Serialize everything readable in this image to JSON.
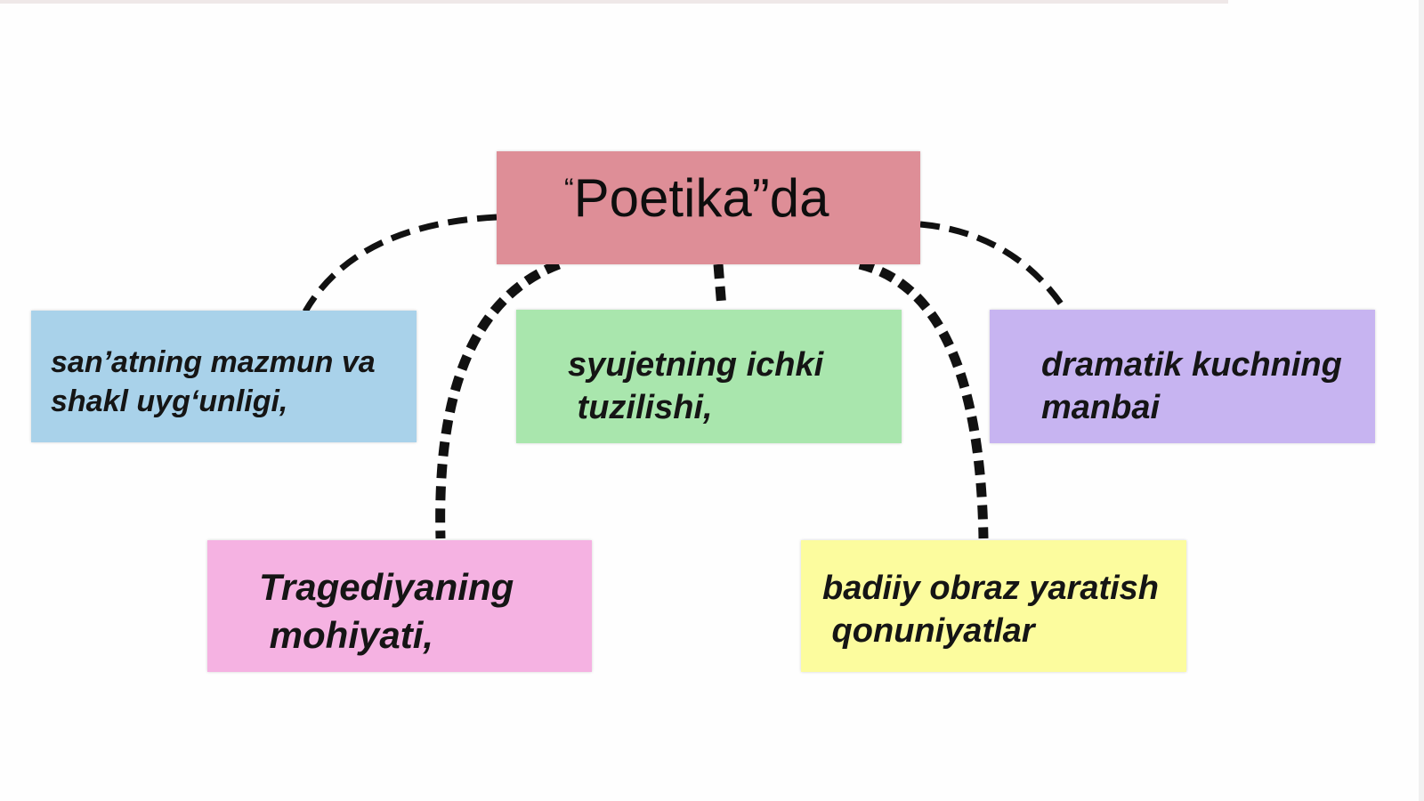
{
  "diagram": {
    "central": {
      "open_quote": "“",
      "title": "Poetika”da",
      "color": "#de8e97"
    },
    "nodes": [
      {
        "id": "blue",
        "line1": "san’atning mazmun va",
        "line2": "shakl uyg‘unligi,",
        "color": "#a9d2ea"
      },
      {
        "id": "green",
        "line1": "syujetning ichki",
        "line2": " tuzilishi,",
        "color": "#a9e6ad"
      },
      {
        "id": "purple",
        "line1": "dramatik kuchning",
        "line2": "manbai",
        "color": "#c7b4f1"
      },
      {
        "id": "pink",
        "line1": "Tragediyaning",
        "line2": " mohiyati,",
        "color": "#f5b2e2"
      },
      {
        "id": "yellow",
        "line1": "badiiy obraz yaratish",
        "line2": " qonuniyatlar",
        "color": "#fcfc9e"
      }
    ],
    "connector_color": "#111111"
  }
}
